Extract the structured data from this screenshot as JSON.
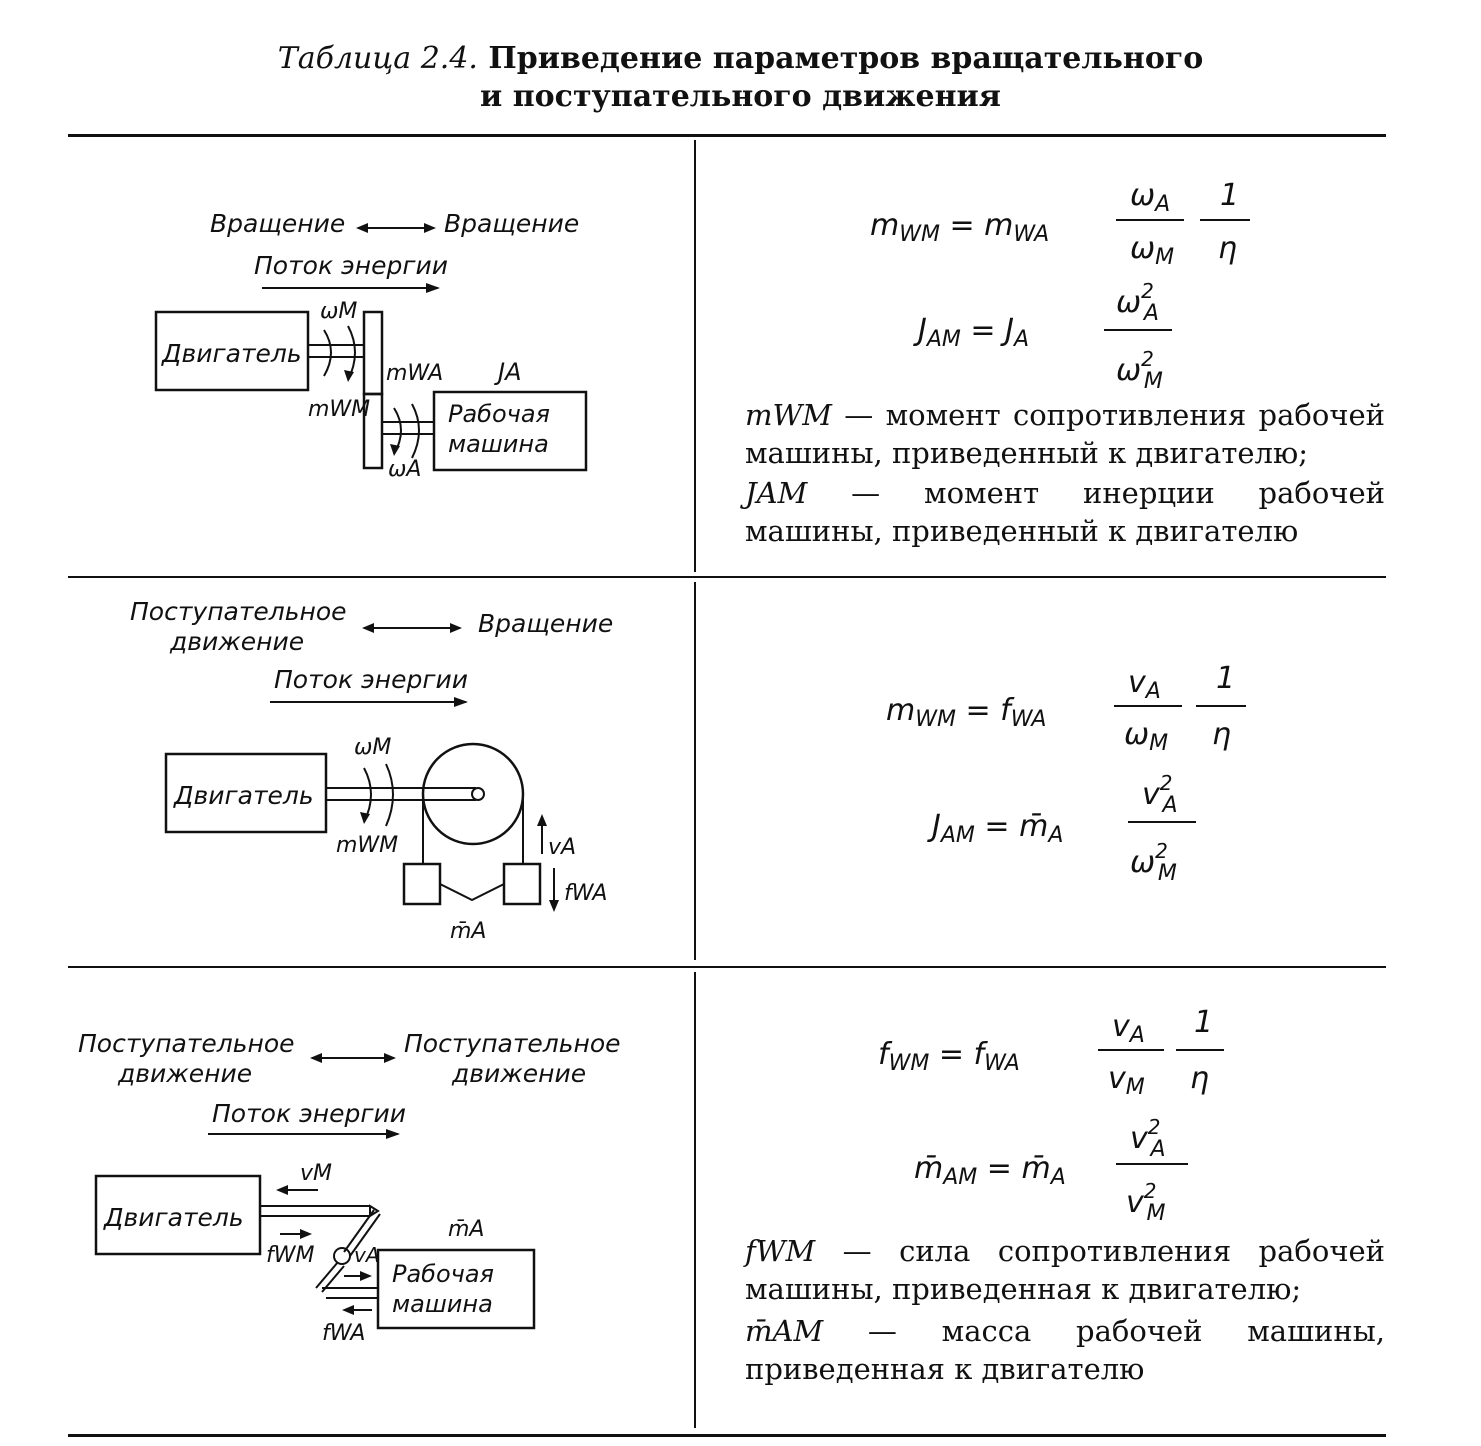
{
  "caption": {
    "lead": "Таблица 2.4.",
    "title_line1": "Приведение параметров вращательного",
    "title_line2": "и поступательного движения"
  },
  "rows": [
    {
      "diagram": {
        "left_mode": "Вращение",
        "right_mode": "Вращение",
        "flow": "Поток энергии",
        "motor": "Двигатель",
        "machine_line1": "Рабочая",
        "machine_line2": "машина",
        "omega_m": "ωM",
        "omega_a": "ωA",
        "m_wa": "mWA",
        "m_wm": "mWM",
        "j_a": "JA"
      },
      "formulas": [
        "mWM = mWA · (ωA/ωM) · (1/η)",
        "JAM = JA · ωA²/ωM²"
      ],
      "desc1_sym": "mWM",
      "desc1": "— момент сопротивления рабочей машины, приведенный к двигателю;",
      "desc2_sym": "JAM",
      "desc2": "— момент инерции рабочей машины, приведенный к двигателю"
    },
    {
      "diagram": {
        "left_mode_line1": "Поступательное",
        "left_mode_line2": "движение",
        "right_mode": "Вращение",
        "flow": "Поток энергии",
        "motor": "Двигатель",
        "omega_m": "ωM",
        "m_wm": "mWM",
        "v_a": "vA",
        "f_wa": "fWA",
        "m_a": "m̄A"
      },
      "formulas": [
        "mWM = fWA · (vA/ωM) · (1/η)",
        "JAM = m̄A · vA²/ωM²"
      ]
    },
    {
      "diagram": {
        "left_mode_line1": "Поступательное",
        "left_mode_line2": "движение",
        "right_mode_line1": "Поступательное",
        "right_mode_line2": "движение",
        "flow": "Поток энергии",
        "motor": "Двигатель",
        "machine_line1": "Рабочая",
        "machine_line2": "машина",
        "v_m": "vM",
        "f_wm": "fWM",
        "v_a": "vA",
        "f_wa": "fWA",
        "m_a": "m̄A"
      },
      "formulas": [
        "fWM = fWA · (vA/vM) · (1/η)",
        "m̄AM = m̄A · vA²/vM²"
      ],
      "desc1_sym": "fWM",
      "desc1": "— сила сопротивления рабочей машины, приведенная к двигателю;",
      "desc2_sym": "m̄AM",
      "desc2": "— масса рабочей машины, приведенная к двигателю"
    }
  ]
}
